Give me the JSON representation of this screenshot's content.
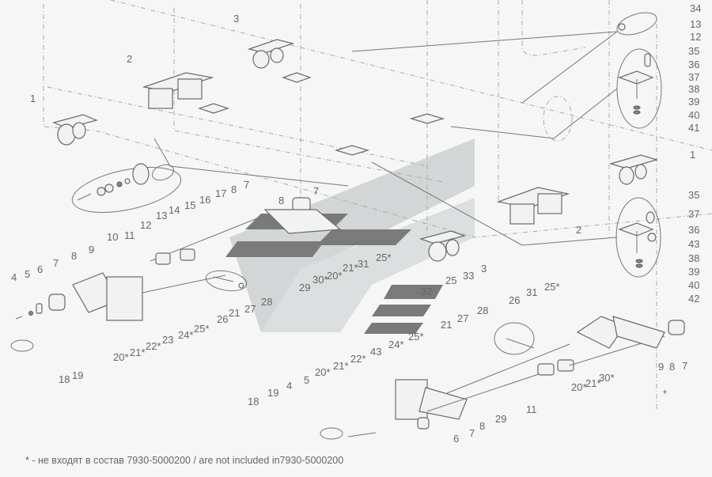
{
  "footnote": "* - не входят в состав 7930-5000200 / are not included in7930-5000200",
  "watermark": {
    "colors": {
      "light": "#d3d6d6",
      "dark": "#7a7a7a"
    }
  },
  "colors": {
    "line": "#777777",
    "text": "#666666",
    "background": "#f6f6f6"
  },
  "callouts": {
    "top": [
      "1",
      "2",
      "3"
    ],
    "right_upper": [
      "34",
      "13",
      "12",
      "35",
      "36",
      "37",
      "38",
      "39",
      "40",
      "41"
    ],
    "right_middle": [
      "1",
      "2",
      "3",
      "35",
      "37",
      "36",
      "43",
      "38",
      "39",
      "40",
      "42"
    ],
    "left_inset": [
      "10",
      "11",
      "12",
      "13",
      "14",
      "15",
      "16",
      "17",
      "7",
      "8"
    ],
    "left_assembly": [
      "4",
      "5",
      "6",
      "7",
      "8",
      "9",
      "18",
      "19",
      "20*",
      "21*",
      "22*",
      "23",
      "24*",
      "25*",
      "26",
      "21",
      "27",
      "28"
    ],
    "center": [
      "7",
      "8",
      "25*",
      "31",
      "21*",
      "20*",
      "30*",
      "29",
      "25",
      "33",
      "32"
    ],
    "bottom_right": [
      "25*",
      "31",
      "26",
      "28",
      "27",
      "21",
      "24*",
      "25*",
      "43",
      "22*",
      "21*",
      "20*",
      "5",
      "4",
      "19",
      "18",
      "6",
      "7",
      "8",
      "29",
      "11",
      "20*",
      "21*",
      "30*",
      "9",
      "8",
      "7",
      "*"
    ]
  }
}
